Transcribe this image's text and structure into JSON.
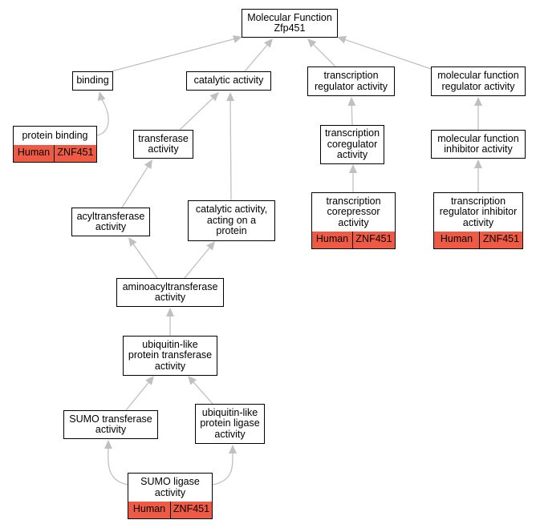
{
  "graph": {
    "root": {
      "label": "Molecular Function\nZfp451"
    },
    "nodes": {
      "binding": "binding",
      "catalytic": "catalytic activity",
      "trans_reg": "transcription\nregulator activity",
      "mf_reg": "molecular function\nregulator activity",
      "protein_binding": "protein binding",
      "transferase": "transferase\nactivity",
      "trans_coreg": "transcription\ncoregulator\nactivity",
      "mf_inhib": "molecular function\ninhibitor activity",
      "acyltransferase": "acyltransferase\nactivity",
      "cat_protein": "catalytic activity,\nacting on a\nprotein",
      "trans_corep": "transcription\ncorepressor\nactivity",
      "trans_reg_inhib": "transcription\nregulator inhibitor\nactivity",
      "aminoacyl": "aminoacyltransferase\nactivity",
      "ubl_transferase": "ubiquitin-like\nprotein transferase\nactivity",
      "sumo_transferase": "SUMO transferase\nactivity",
      "ubl_ligase": "ubiquitin-like\nprotein ligase\nactivity",
      "sumo_ligase": "SUMO ligase\nactivity"
    },
    "annotation": {
      "species": "Human",
      "gene": "ZNF451"
    },
    "colors": {
      "annotation_fill": "#ef5a44",
      "edge": "#c0c0c0"
    }
  }
}
